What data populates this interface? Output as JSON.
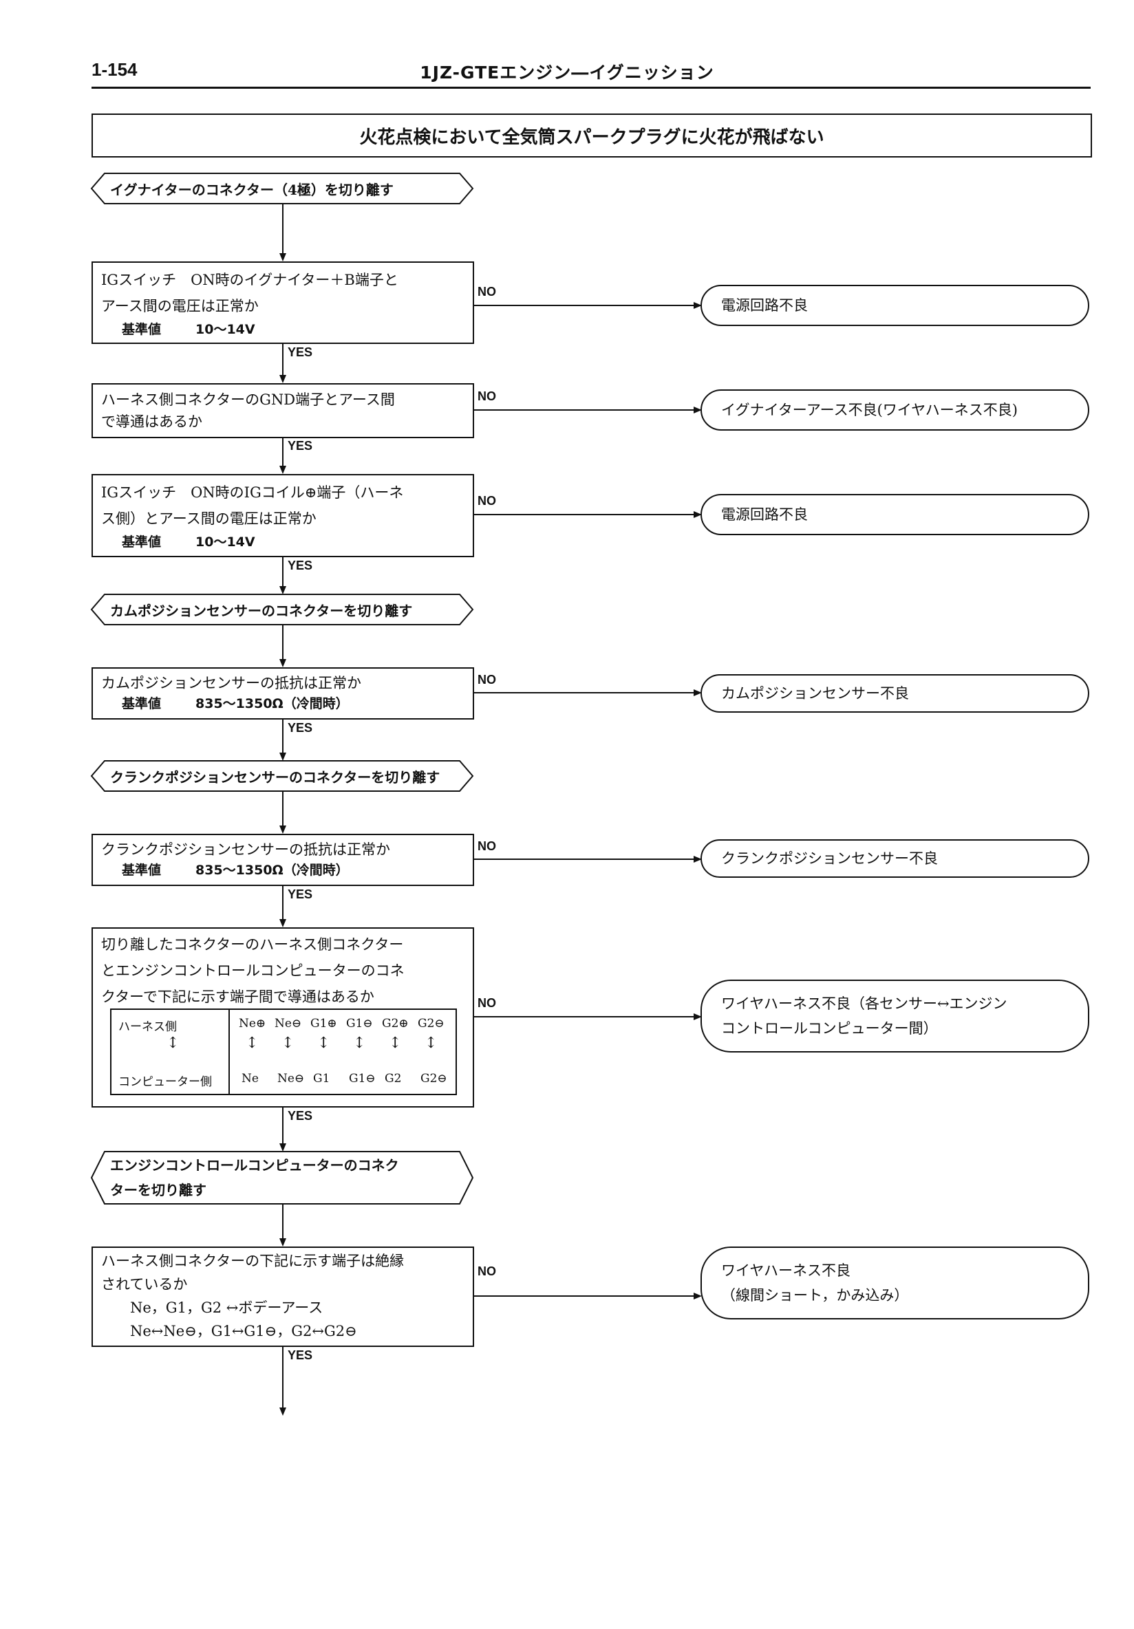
{
  "header": {
    "page_number": "1-154",
    "section_title": "1JZ-GTEエンジン―イグニッション"
  },
  "title": "火花点検において全気筒スパークプラグに火花が飛ばない",
  "labels": {
    "no": "NO",
    "yes": "YES"
  },
  "steps": {
    "s1_action": "イグナイターのコネクター（4極）を切り離す",
    "s2_line1": "IGスイッチ　ON時のイグナイター＋B端子と",
    "s2_line2": "アース間の電圧は正常か",
    "s2_std_label": "基準値",
    "s2_std_value": "10〜14V",
    "r2": "電源回路不良",
    "s3_line1": "ハーネス側コネクターのGND端子とアース間",
    "s3_line2": "で導通はあるか",
    "r3": "イグナイターアース不良(ワイヤハーネス不良)",
    "s4_line1": "IGスイッチ　ON時のIGコイル⊕端子（ハーネ",
    "s4_line2": "ス側）とアース間の電圧は正常か",
    "s4_std_label": "基準値",
    "s4_std_value": "10〜14V",
    "r4": "電源回路不良",
    "s5_action": "カムポジションセンサーのコネクターを切り離す",
    "s6_line1": "カムポジションセンサーの抵抗は正常か",
    "s6_std_label": "基準値",
    "s6_std_value": "835〜1350Ω（冷間時）",
    "r6": "カムポジションセンサー不良",
    "s7_action": "クランクポジションセンサーのコネクターを切り離す",
    "s8_line1": "クランクポジションセンサーの抵抗は正常か",
    "s8_std_label": "基準値",
    "s8_std_value": "835〜1350Ω（冷間時）",
    "r8": "クランクポジションセンサー不良",
    "s9_line1": "切り離したコネクターのハーネス側コネクター",
    "s9_line2": "とエンジンコントロールコンピューターのコネ",
    "s9_line3": "クターで下記に示す端子間で導通はあるか",
    "s9_table_harness": "ハーネス側",
    "s9_table_computer": "コンピューター側",
    "s9_top_terminals": [
      "Ne⊕",
      "Ne⊖",
      "G1⊕",
      "G1⊖",
      "G2⊕",
      "G2⊖"
    ],
    "s9_bottom_terminals": [
      "Ne",
      "Ne⊖",
      "G1",
      "G1⊖",
      "G2",
      "G2⊖"
    ],
    "r9_line1": "ワイヤハーネス不良（各センサー↔エンジン",
    "r9_line2": "コントロールコンピューター間）",
    "s10_line1": "エンジンコントロールコンピューターのコネク",
    "s10_line2": "ターを切り離す",
    "s11_line1": "ハーネス側コネクターの下記に示す端子は絶縁",
    "s11_line2": "されているか",
    "s11_line3": "Ne，G1，G2 ↔ボデーアース",
    "s11_line4": "Ne↔Ne⊖，G1↔G1⊖，G2↔G2⊖",
    "r11_line1": "ワイヤハーネス不良",
    "r11_line2": "（線間ショート，かみ込み）"
  }
}
